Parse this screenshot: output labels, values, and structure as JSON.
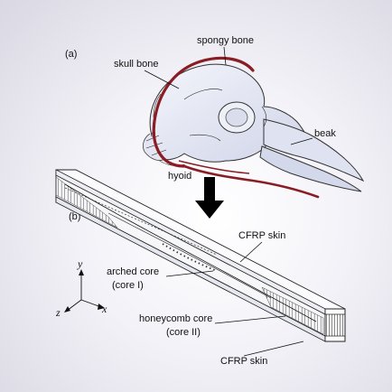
{
  "panels": {
    "a": "(a)",
    "b": "(b)"
  },
  "woodpecker": {
    "skull_bone": "skull bone",
    "spongy_bone": "spongy bone",
    "beak": "beak",
    "hyoid": "hyoid"
  },
  "beam": {
    "cfrp_skin_top": "CFRP skin",
    "arched_core": "arched core",
    "arched_core_sub": "(core I)",
    "honeycomb_core": "honeycomb core",
    "honeycomb_core_sub": "(core II)",
    "cfrp_skin_bottom": "CFRP skin"
  },
  "axes": {
    "x": "x",
    "y": "y",
    "z": "z"
  },
  "colors": {
    "hyoid_red": "#8a1c24",
    "skull_fill": "#e9ecf6",
    "skull_shade": "#c9cee3",
    "arrow": "#000000"
  }
}
